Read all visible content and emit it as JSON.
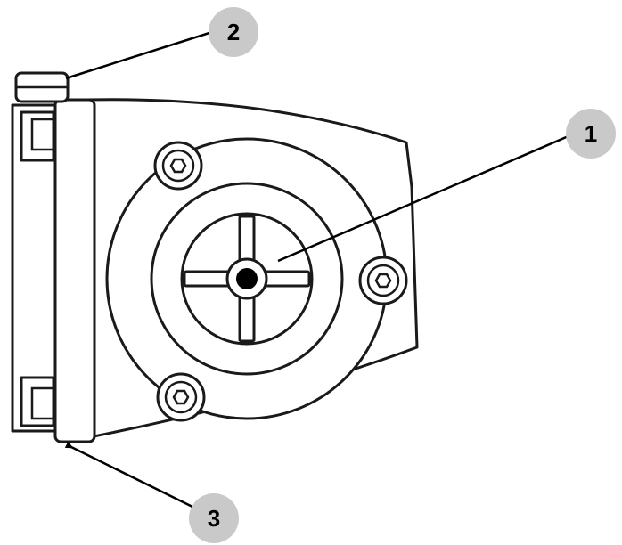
{
  "callouts": [
    {
      "label": "1"
    },
    {
      "label": "2"
    },
    {
      "label": "3"
    }
  ],
  "colors": {
    "line": "#1a1a1a",
    "callout_fill": "#c9c9c9",
    "background": "#ffffff"
  }
}
